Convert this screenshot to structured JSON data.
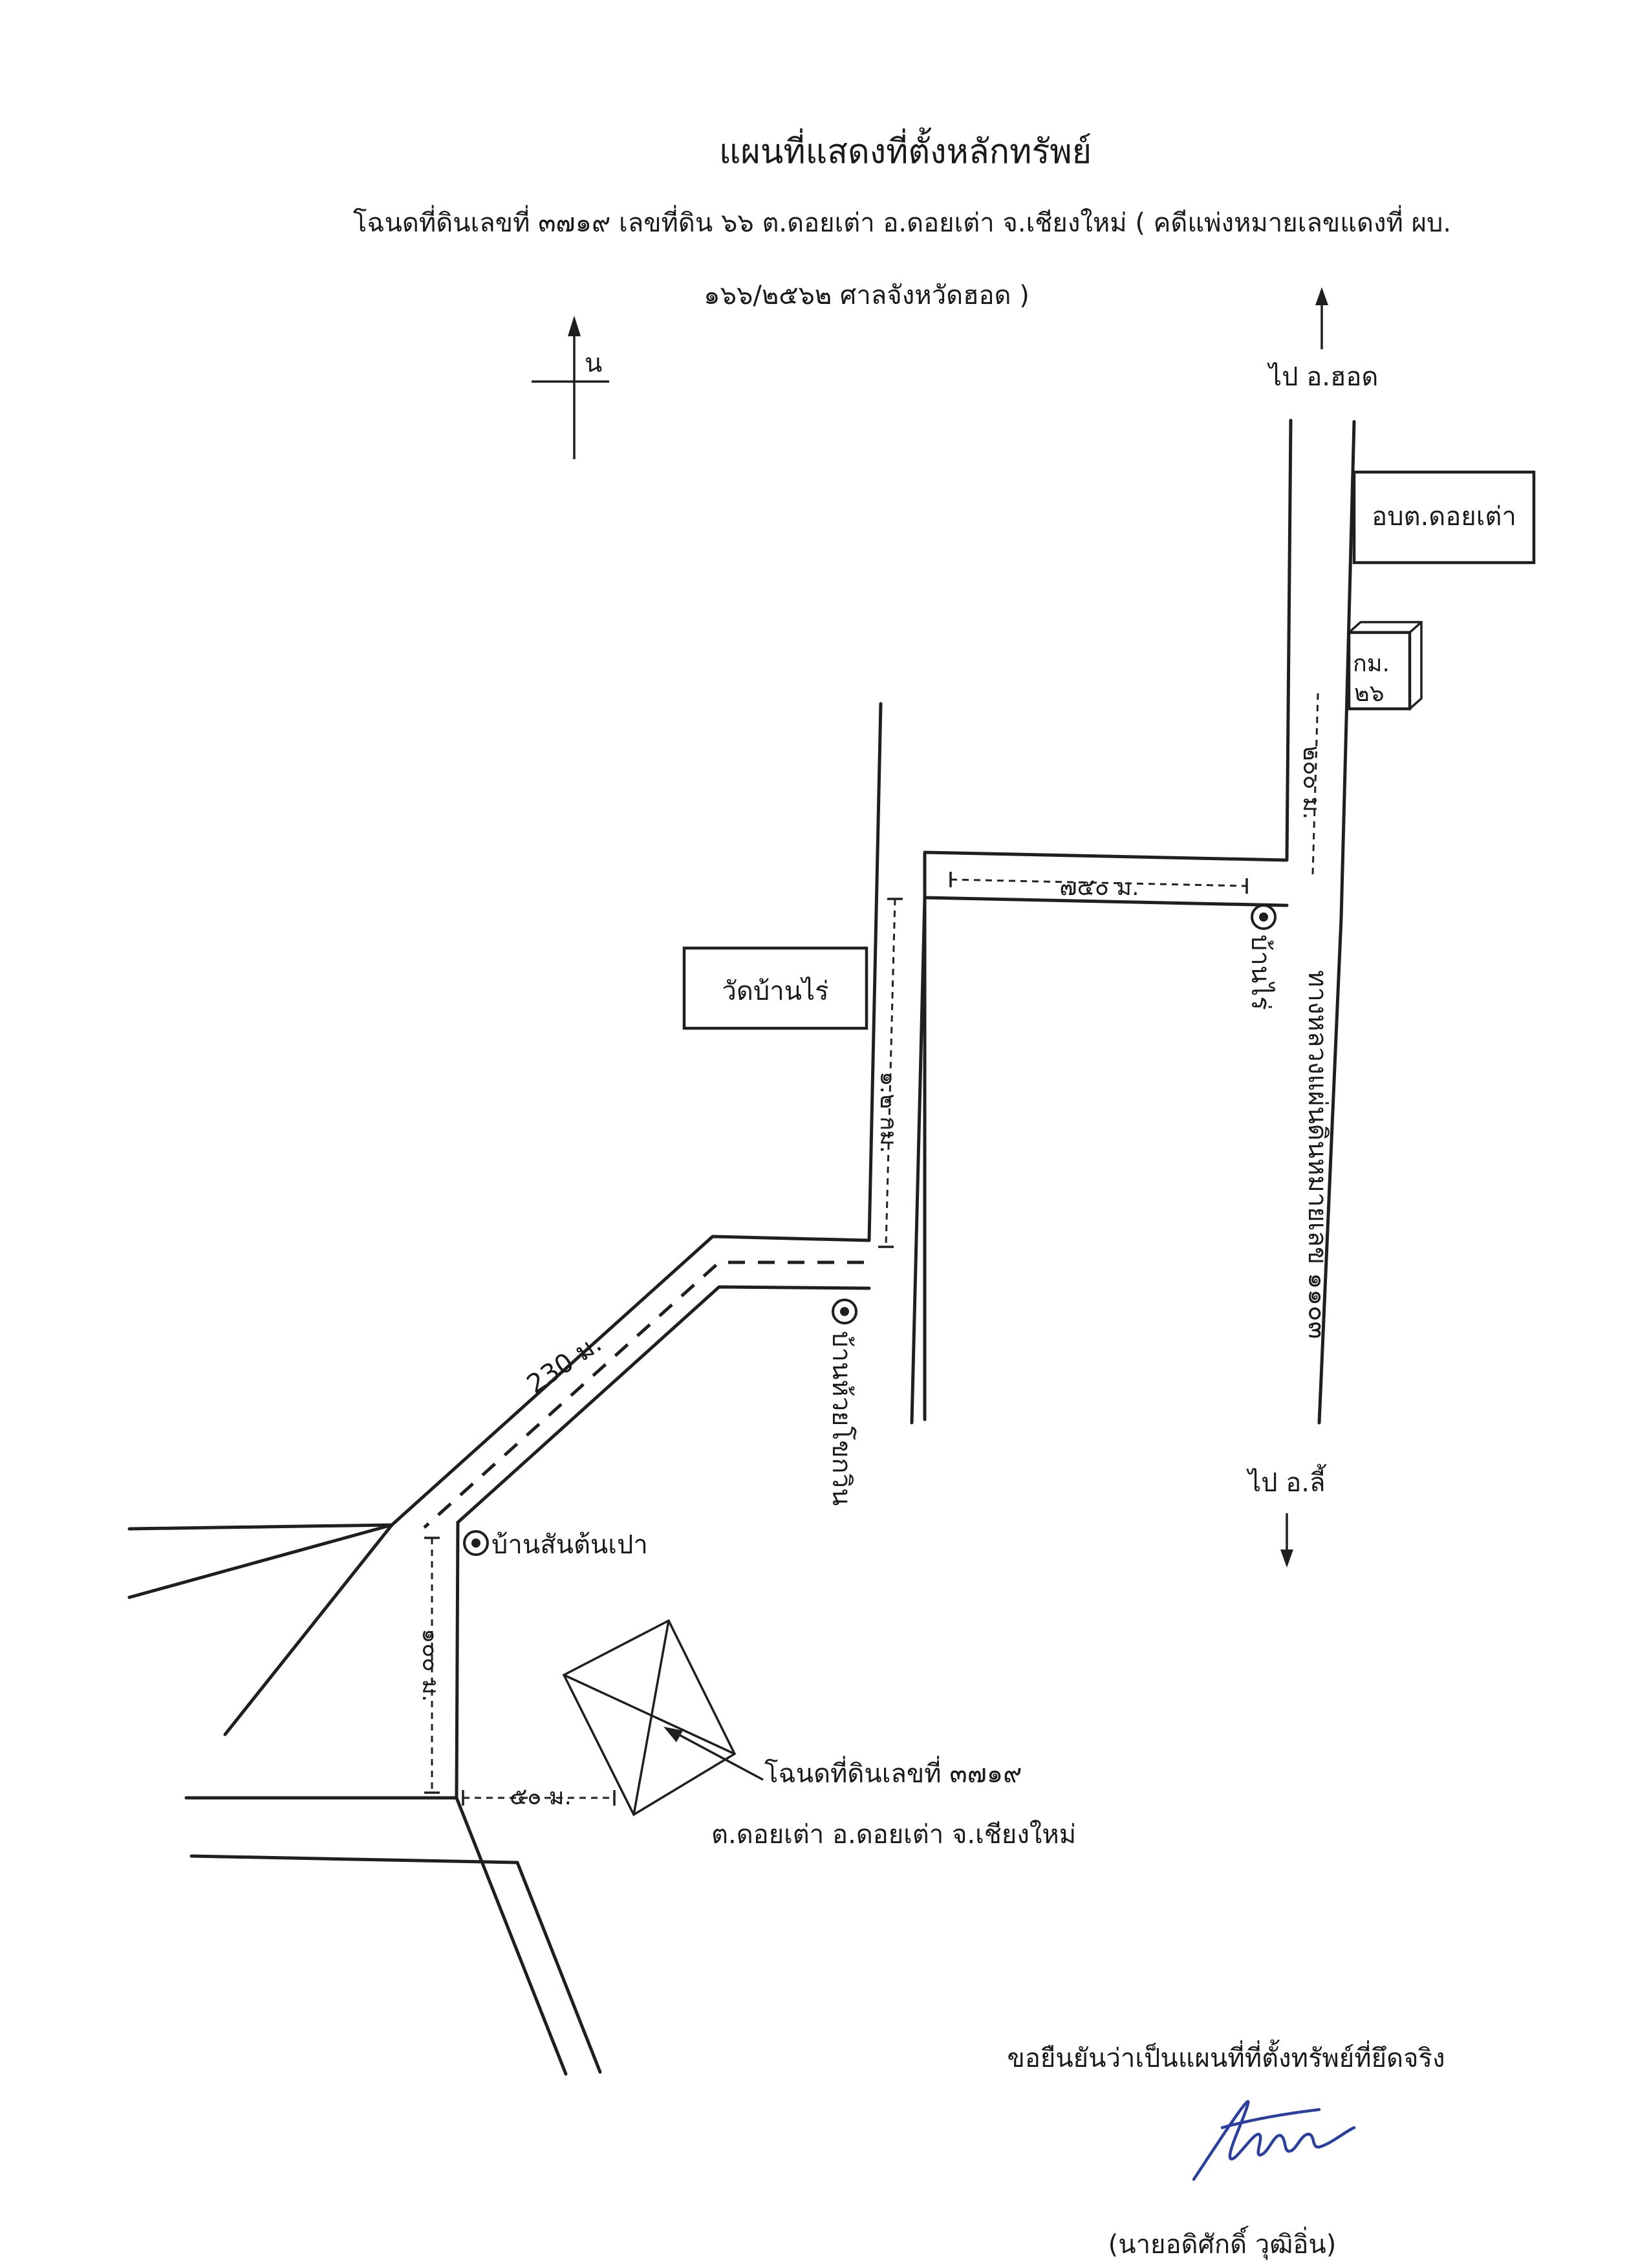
{
  "header": {
    "title": "แผนที่แสดงที่ตั้งหลักทรัพย์",
    "subtitle_line1": "โฉนดที่ดินเลขที่ ๓๗๑๙ เลขที่ดิน ๖๖ ต.ดอยเต่า อ.ดอยเต่า จ.เชียงใหม่ ( คดีแพ่งหมายเลขแดงที่ ผบ.",
    "subtitle_line2": "๑๖๖/๒๕๖๒ ศาลจังหวัดฮอด )"
  },
  "compass": {
    "north_label": "น"
  },
  "places": {
    "to_hot": "ไป อ.ฮอด",
    "to_li": "ไป อ.ลี้",
    "obt": "อบต.ดอยเต่า",
    "km_marker_line1": "กม.",
    "km_marker_line2": "๒๖",
    "temple": "วัดบ้านไร่",
    "highway": "ทางหลวงแผ่นดินหมายเลข ๑๑๐๓",
    "village_rai": "บ้านไร่",
    "village_huai_khok": "บ้านห้วยโขกวิน",
    "village_santonpao": "บ้านสันต้นเปา"
  },
  "distances": {
    "d200": "๒๐๐ ม.",
    "d750": "๗๕๐ ม.",
    "d1_2": "๑.๒ กม.",
    "d230": "230 ม.",
    "d100": "๑๐๐ ม.",
    "d50": "๕๐ ม."
  },
  "parcel": {
    "line1": "โฉนดที่ดินเลขที่ ๓๗๑๙",
    "line2": "ต.ดอยเต่า อ.ดอยเต่า จ.เชียงใหม่"
  },
  "certification": {
    "statement": "ขอยืนยันว่าเป็นแผนที่ที่ตั้งทรัพย์ที่ยึดจริง",
    "signer": "(นายอดิศักดิ์     วุฒิอิ่น)"
  },
  "colors": {
    "ink": "#1f1f1f",
    "signature": "#2a3f9e",
    "paper": "#ffffff"
  }
}
